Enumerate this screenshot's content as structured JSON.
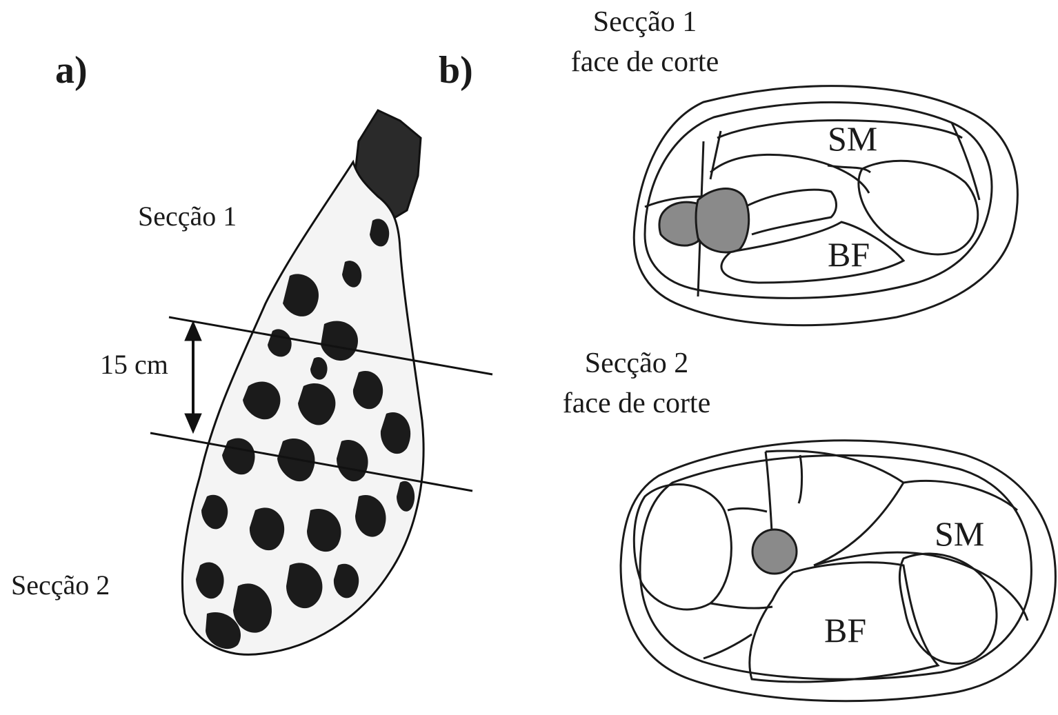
{
  "panel_a": {
    "letter": "a)",
    "section1_label": "Secção 1",
    "section2_label": "Secção 2",
    "distance_label": "15 cm"
  },
  "panel_b": {
    "letter": "b)",
    "top_caption_line1": "Secção 1",
    "top_caption_line2": "face de corte",
    "bottom_caption_line1": "Secção 2",
    "bottom_caption_line2": "face de corte",
    "top_muscles": [
      "SM",
      "BF"
    ],
    "bottom_muscles": [
      "SM",
      "BF"
    ]
  },
  "colors": {
    "outline": "#1a1a1a",
    "highlight_fill": "#8a8a8a",
    "ham_dark": "#1b1b1b"
  }
}
